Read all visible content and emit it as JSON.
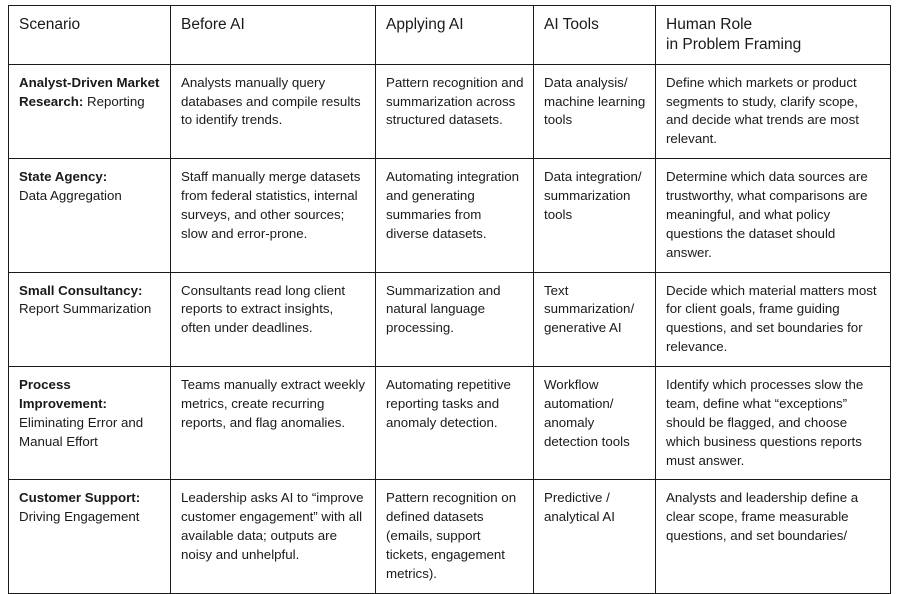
{
  "table": {
    "columns": [
      {
        "id": "scenario",
        "label": "Scenario",
        "label_line2": ""
      },
      {
        "id": "before_ai",
        "label": "Before AI",
        "label_line2": ""
      },
      {
        "id": "applying_ai",
        "label": "Applying AI",
        "label_line2": ""
      },
      {
        "id": "ai_tools",
        "label": "AI Tools",
        "label_line2": ""
      },
      {
        "id": "human_role",
        "label": "Human Role",
        "label_line2": "in Problem Framing"
      }
    ],
    "rows": [
      {
        "scenario_name": "Analyst-Driven Market Research:",
        "scenario_sub": " Reporting",
        "before_ai": "Analysts manually query databases and compile results to identify trends.",
        "applying_ai": "Pattern recognition and summarization across structured datasets.",
        "ai_tools": "Data analysis/ machine learning tools",
        "human_role": "Define which markets or product segments to study, clarify scope, and decide what trends are most relevant."
      },
      {
        "scenario_name": "State Agency:",
        "scenario_sub": "Data Aggregation",
        "before_ai": "Staff manually merge datasets from federal statistics, internal surveys, and other sources; slow and error-prone.",
        "applying_ai": "Automating integration and generating summaries from diverse datasets.",
        "ai_tools": "Data integration/ summarization tools",
        "human_role": "Determine which data sources are trustworthy, what comparisons are meaningful, and what policy questions the dataset should answer."
      },
      {
        "scenario_name": "Small Consultancy:",
        "scenario_sub": "Report Summarization",
        "before_ai": "Consultants read long client reports to extract insights, often under deadlines.",
        "applying_ai": "Summarization and natural language processing.",
        "ai_tools": "Text summarization/ generative AI",
        "human_role": "Decide which material matters most for client goals, frame guiding questions, and set boundaries for relevance."
      },
      {
        "scenario_name": "Process Improvement:",
        "scenario_sub": "Eliminating Error and Manual Effort",
        "before_ai": "Teams manually extract weekly metrics, create recurring reports, and flag anomalies.",
        "applying_ai": "Automating repetitive reporting tasks and anomaly detection.",
        "ai_tools": "Workflow automation/ anomaly detection tools",
        "human_role": "Identify which processes slow the team, define what “exceptions” should be flagged, and choose which business questions reports must answer."
      },
      {
        "scenario_name": "Customer Support:",
        "scenario_sub": "Driving Engagement",
        "before_ai": "Leadership asks AI to “improve customer engagement” with all available data; outputs are noisy and unhelpful.",
        "applying_ai": "Pattern recognition on defined datasets (emails, support tickets, engagement metrics).",
        "ai_tools": "Predictive / analytical AI",
        "human_role": "Analysts and leadership define a clear scope, frame measurable questions, and set boundaries/"
      }
    ]
  },
  "style": {
    "border_color": "#1a1a1a",
    "text_color": "#1a1a1a",
    "background": "#ffffff"
  }
}
